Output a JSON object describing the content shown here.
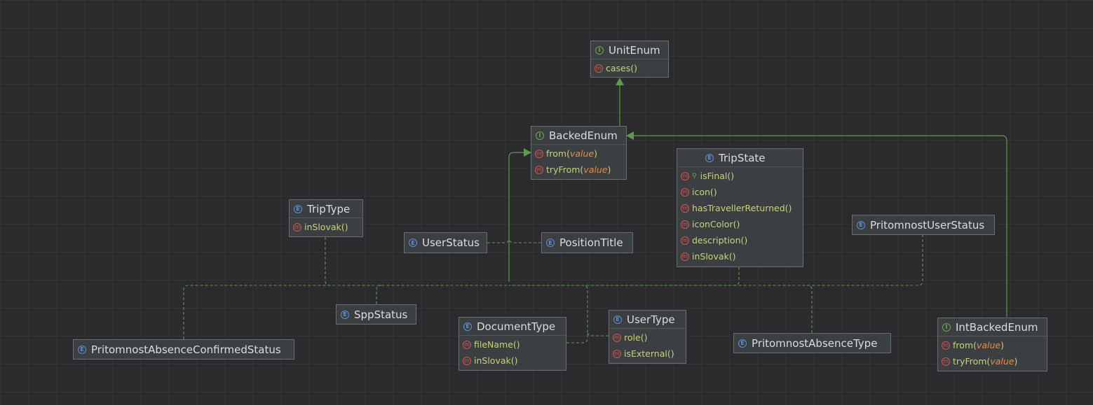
{
  "nodes": {
    "unit_enum": {
      "name": "UnitEnum",
      "kind": "I",
      "methods": [
        {
          "name": "cases",
          "params": ""
        }
      ]
    },
    "backed_enum": {
      "name": "BackedEnum",
      "kind": "I",
      "methods": [
        {
          "name": "from",
          "params": "value"
        },
        {
          "name": "tryFrom",
          "params": "value"
        }
      ]
    },
    "trip_state": {
      "name": "TripState",
      "kind": "E",
      "methods": [
        {
          "name": "isFinal",
          "params": ""
        },
        {
          "name": "icon",
          "params": ""
        },
        {
          "name": "hasTravellerReturned",
          "params": ""
        },
        {
          "name": "iconColor",
          "params": ""
        },
        {
          "name": "description",
          "params": ""
        },
        {
          "name": "inSlovak",
          "params": ""
        }
      ]
    },
    "trip_type": {
      "name": "TripType",
      "kind": "E",
      "methods": [
        {
          "name": "inSlovak",
          "params": ""
        }
      ]
    },
    "user_status": {
      "name": "UserStatus",
      "kind": "E"
    },
    "position_title": {
      "name": "PositionTitle",
      "kind": "E"
    },
    "pritomnost_user_status": {
      "name": "PritomnostUserStatus",
      "kind": "E"
    },
    "spp_status": {
      "name": "SppStatus",
      "kind": "E"
    },
    "document_type": {
      "name": "DocumentType",
      "kind": "E",
      "methods": [
        {
          "name": "fileName",
          "params": ""
        },
        {
          "name": "inSlovak",
          "params": ""
        }
      ]
    },
    "user_type": {
      "name": "UserType",
      "kind": "E",
      "methods": [
        {
          "name": "role",
          "params": ""
        },
        {
          "name": "isExternal",
          "params": ""
        }
      ]
    },
    "pritomnost_absence_confirmed_status": {
      "name": "PritomnostAbsenceConfirmedStatus",
      "kind": "E"
    },
    "pritomnost_absence_type": {
      "name": "PritomnostAbsenceType",
      "kind": "E"
    },
    "int_backed_enum": {
      "name": "IntBackedEnum",
      "kind": "I",
      "methods": [
        {
          "name": "from",
          "params": "value"
        },
        {
          "name": "tryFrom",
          "params": "value"
        }
      ]
    }
  },
  "method_icon": "m",
  "static_marker": "⚲",
  "colors": {
    "background": "#2b2b2d",
    "grid": "#333336",
    "node_fill": "#3c3f41",
    "node_border": "#6b6e70",
    "edge": "#5f9a4e",
    "interface_icon": "#6aa84f",
    "enum_icon": "#5b8fd6",
    "method_icon": "#d9534f",
    "method_text": "#c9d27a",
    "param_text": "#e38c4b"
  }
}
